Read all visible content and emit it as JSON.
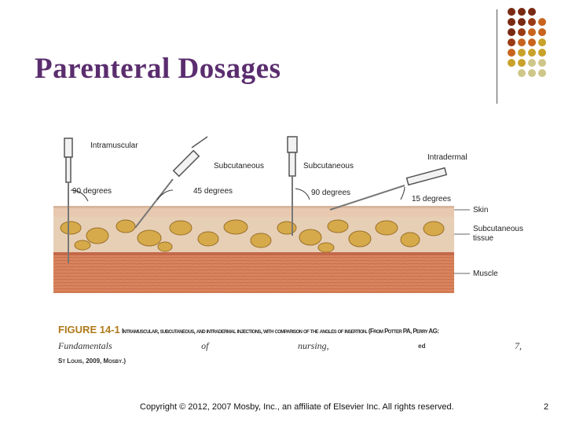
{
  "slide": {
    "title": "Parenteral Dosages",
    "page_number": "2",
    "footer": "Copyright © 2012, 2007 Mosby, Inc., an affiliate of Elsevier Inc. All rights reserved."
  },
  "figure": {
    "labels": {
      "intramuscular": "Intramuscular",
      "subcutaneous_a": "Subcutaneous",
      "subcutaneous_b": "Subcutaneous",
      "intradermal": "Intradermal",
      "deg90_a": "90 degrees",
      "deg45": "45 degrees",
      "deg90_b": "90 degrees",
      "deg15": "15 degrees",
      "skin": "Skin",
      "subcut_tissue_1": "Subcutaneous",
      "subcut_tissue_2": "tissue",
      "muscle": "Muscle"
    }
  },
  "caption": {
    "figure_num": "FIGURE 14-1",
    "text": "Intramuscular, subcutaneous, and intradermal injections, with comparison of the angles of insertion. (From Potter PA, Perry AG:",
    "line2": [
      "Fundamentals",
      "of",
      "nursing,",
      "ed",
      "7,"
    ],
    "line3": "St Louis, 2009, Mosby.)"
  },
  "colors": {
    "title": "#5a2d6e",
    "dot_dark": "#7a2a12",
    "dot_orange": "#c8641e",
    "dot_gold": "#c8a22a",
    "dot_light": "#cfc78a"
  }
}
